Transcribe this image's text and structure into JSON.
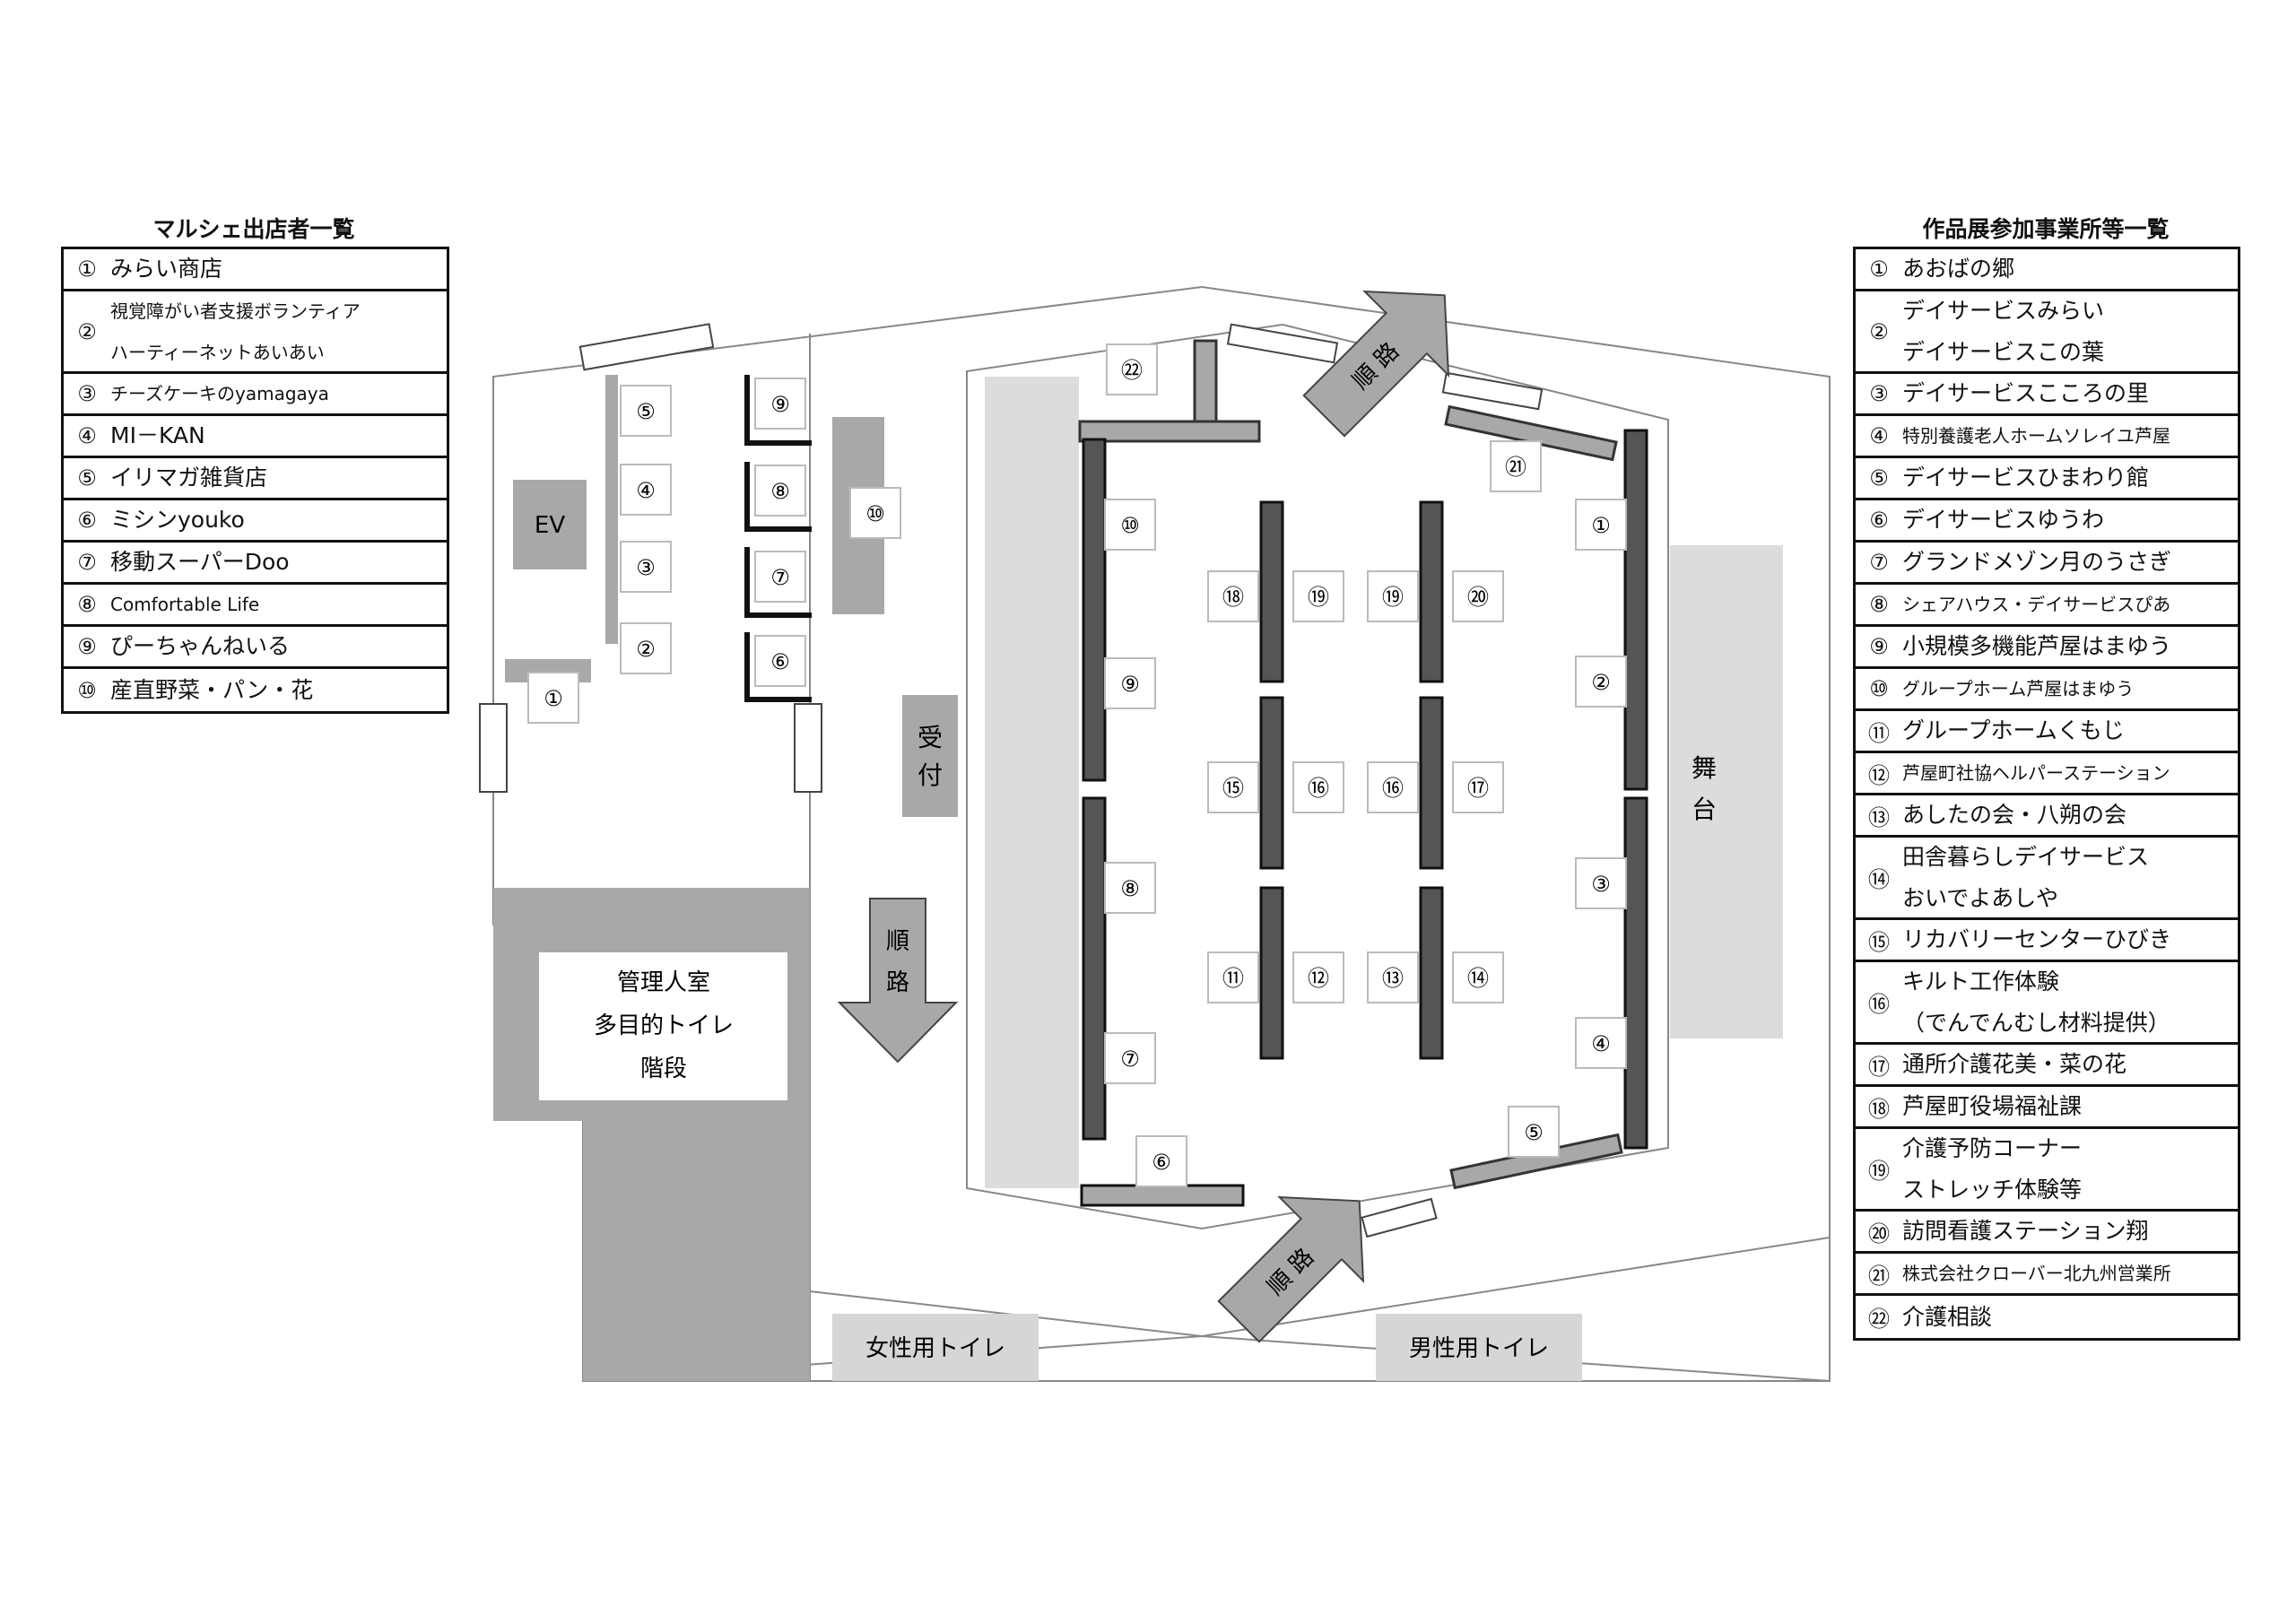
{
  "left_legend": {
    "title": "マルシェ出店者一覧",
    "items": [
      {
        "num": "①",
        "lines": [
          "みらい商店"
        ]
      },
      {
        "num": "②",
        "lines": [
          "視覚障がい者支援ボランティア",
          "ハーティーネットあいあい"
        ]
      },
      {
        "num": "③",
        "lines": [
          "チーズケーキのyamagaya"
        ]
      },
      {
        "num": "④",
        "lines": [
          "MI－KAN"
        ]
      },
      {
        "num": "⑤",
        "lines": [
          "イリマガ雑貨店"
        ]
      },
      {
        "num": "⑥",
        "lines": [
          "ミシンyouko"
        ]
      },
      {
        "num": "⑦",
        "lines": [
          "移動スーパーDoo"
        ]
      },
      {
        "num": "⑧",
        "lines": [
          "Comfortable Life"
        ]
      },
      {
        "num": "⑨",
        "lines": [
          "ぴーちゃんねいる"
        ]
      },
      {
        "num": "⑩",
        "lines": [
          "産直野菜・パン・花"
        ]
      }
    ]
  },
  "right_legend": {
    "title": "作品展参加事業所等一覧",
    "items": [
      {
        "num": "①",
        "lines": [
          "あおばの郷"
        ]
      },
      {
        "num": "②",
        "lines": [
          "デイサービスみらい",
          "デイサービスこの葉"
        ]
      },
      {
        "num": "③",
        "lines": [
          "デイサービスこころの里"
        ]
      },
      {
        "num": "④",
        "lines": [
          "特別養護老人ホームソレイユ芦屋"
        ]
      },
      {
        "num": "⑤",
        "lines": [
          "デイサービスひまわり館"
        ]
      },
      {
        "num": "⑥",
        "lines": [
          "デイサービスゆうわ"
        ]
      },
      {
        "num": "⑦",
        "lines": [
          "グランドメゾン月のうさぎ"
        ]
      },
      {
        "num": "⑧",
        "lines": [
          "シェアハウス・デイサービスぴあ"
        ]
      },
      {
        "num": "⑨",
        "lines": [
          "小規模多機能芦屋はまゆう"
        ]
      },
      {
        "num": "⑩",
        "lines": [
          "グループホーム芦屋はまゆう"
        ]
      },
      {
        "num": "⑪",
        "lines": [
          "グループホームくもじ"
        ]
      },
      {
        "num": "⑫",
        "lines": [
          "芦屋町社協ヘルパーステーション"
        ]
      },
      {
        "num": "⑬",
        "lines": [
          "あしたの会・八朔の会"
        ]
      },
      {
        "num": "⑭",
        "lines": [
          "田舎暮らしデイサービス",
          "おいでよあしや"
        ]
      },
      {
        "num": "⑮",
        "lines": [
          "リカバリーセンターひびき"
        ]
      },
      {
        "num": "⑯",
        "lines": [
          "キルト工作体験",
          "（でんでんむし材料提供）"
        ]
      },
      {
        "num": "⑰",
        "lines": [
          "通所介護花美・菜の花"
        ]
      },
      {
        "num": "⑱",
        "lines": [
          "芦屋町役場福祉課"
        ]
      },
      {
        "num": "⑲",
        "lines": [
          "介護予防コーナー",
          "ストレッチ体験等"
        ]
      },
      {
        "num": "⑳",
        "lines": [
          "訪問看護ステーション翔"
        ]
      },
      {
        "num": "㉑",
        "lines": [
          "株式会社クローバー北九州営業所"
        ]
      },
      {
        "num": "㉒",
        "lines": [
          "介護相談"
        ]
      }
    ]
  },
  "map": {
    "ev_label": "EV",
    "reception_label": "受付",
    "stage_label": "舞台",
    "route_label": "順路",
    "office_lines": [
      "管理人室",
      "多目的トイレ",
      "階段"
    ],
    "womens_toilet": "女性用トイレ",
    "mens_toilet": "男性用トイレ",
    "marche_markers": [
      "①",
      "②",
      "③",
      "④",
      "⑤",
      "⑥",
      "⑦",
      "⑧",
      "⑨",
      "⑩"
    ],
    "exhibit_markers": [
      "①",
      "②",
      "③",
      "④",
      "⑤",
      "⑥",
      "⑦",
      "⑧",
      "⑨",
      "⑩",
      "⑪",
      "⑫",
      "⑬",
      "⑭",
      "⑮",
      "⑯",
      "⑯",
      "⑰",
      "⑱",
      "⑲",
      "⑲",
      "⑳",
      "㉑",
      "㉒"
    ]
  }
}
